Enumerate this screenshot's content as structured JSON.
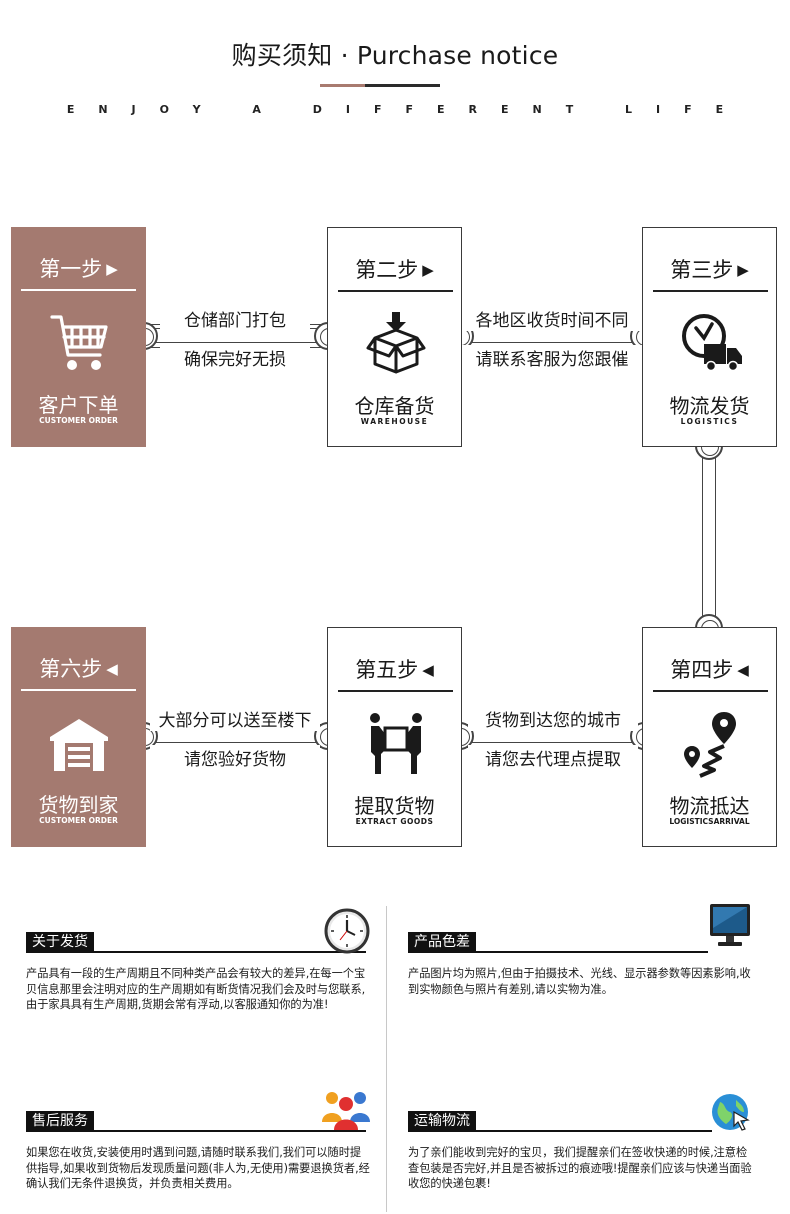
{
  "header": {
    "title": "购买须知 · Purchase notice",
    "tagline": "ENJOY A DIFFERENT LIFE"
  },
  "steps": [
    {
      "label": "第一步",
      "arrow": "▶",
      "name": "客户下单",
      "sub": "CUSTOMER ORDER",
      "icon": "shopping-cart-icon"
    },
    {
      "label": "第二步",
      "arrow": "▶",
      "name": "仓库备货",
      "sub": "WAREHOUSE",
      "icon": "package-box-icon"
    },
    {
      "label": "第三步",
      "arrow": "▶",
      "name": "物流发货",
      "sub": "LOGISTICS",
      "icon": "delivery-truck-icon"
    },
    {
      "label": "第四步",
      "arrow": "◀",
      "name": "物流抵达",
      "sub": "LOGISTICSARRIVAL",
      "icon": "location-pin-icon"
    },
    {
      "label": "第五步",
      "arrow": "◀",
      "name": "提取货物",
      "sub": "EXTRACT GOODS",
      "icon": "movers-icon"
    },
    {
      "label": "第六步",
      "arrow": "◀",
      "name": "货物到家",
      "sub": "CUSTOMER ORDER",
      "icon": "home-warehouse-icon"
    }
  ],
  "connectors": [
    {
      "line1": "仓储部门打包",
      "line2": "确保完好无损"
    },
    {
      "line1": "各地区收货时间不同",
      "line2": "请联系客服为您跟催"
    },
    {
      "line1": "货物到达您的城市",
      "line2": "请您去代理点提取"
    },
    {
      "line1": "大部分可以送至楼下",
      "line2": "请您验好货物"
    }
  ],
  "notes": [
    {
      "title": "关于发货",
      "icon": "wall-clock-icon",
      "text": "产品具有一段的生产周期且不同种类产品会有较大的差异,在每一个宝贝信息那里会注明对应的生产周期如有断货情况我们会及时与您联系,由于家具具有生产周期,货期会常有浮动,以客服通知你的为准!"
    },
    {
      "title": "产品色差",
      "icon": "monitor-icon",
      "text": "产品图片均为照片,但由于拍摄技术、光线、显示器参数等因素影响,收到实物颜色与照片有差别,请以实物为准。"
    },
    {
      "title": "售后服务",
      "icon": "people-group-icon",
      "text": "如果您在收货,安装使用时遇到问题,请随时联系我们,我们可以随时提供指导,如果收到货物后发现质量问题(非人为,无使用)需要退换货者,经确认我们无条件退换货，并负责相关费用。"
    },
    {
      "title": "运输物流",
      "icon": "globe-cursor-icon",
      "text": "为了亲们能收到完好的宝贝，我们提醒亲们在签收快递的时候,注意检查包装是否完好,并且是否被拆过的痕迹哦!提醒亲们应该与快递当面验收您的快递包裹!"
    }
  ],
  "colors": {
    "accent": "#a47a70",
    "dark": "#111111",
    "line": "#444444"
  }
}
